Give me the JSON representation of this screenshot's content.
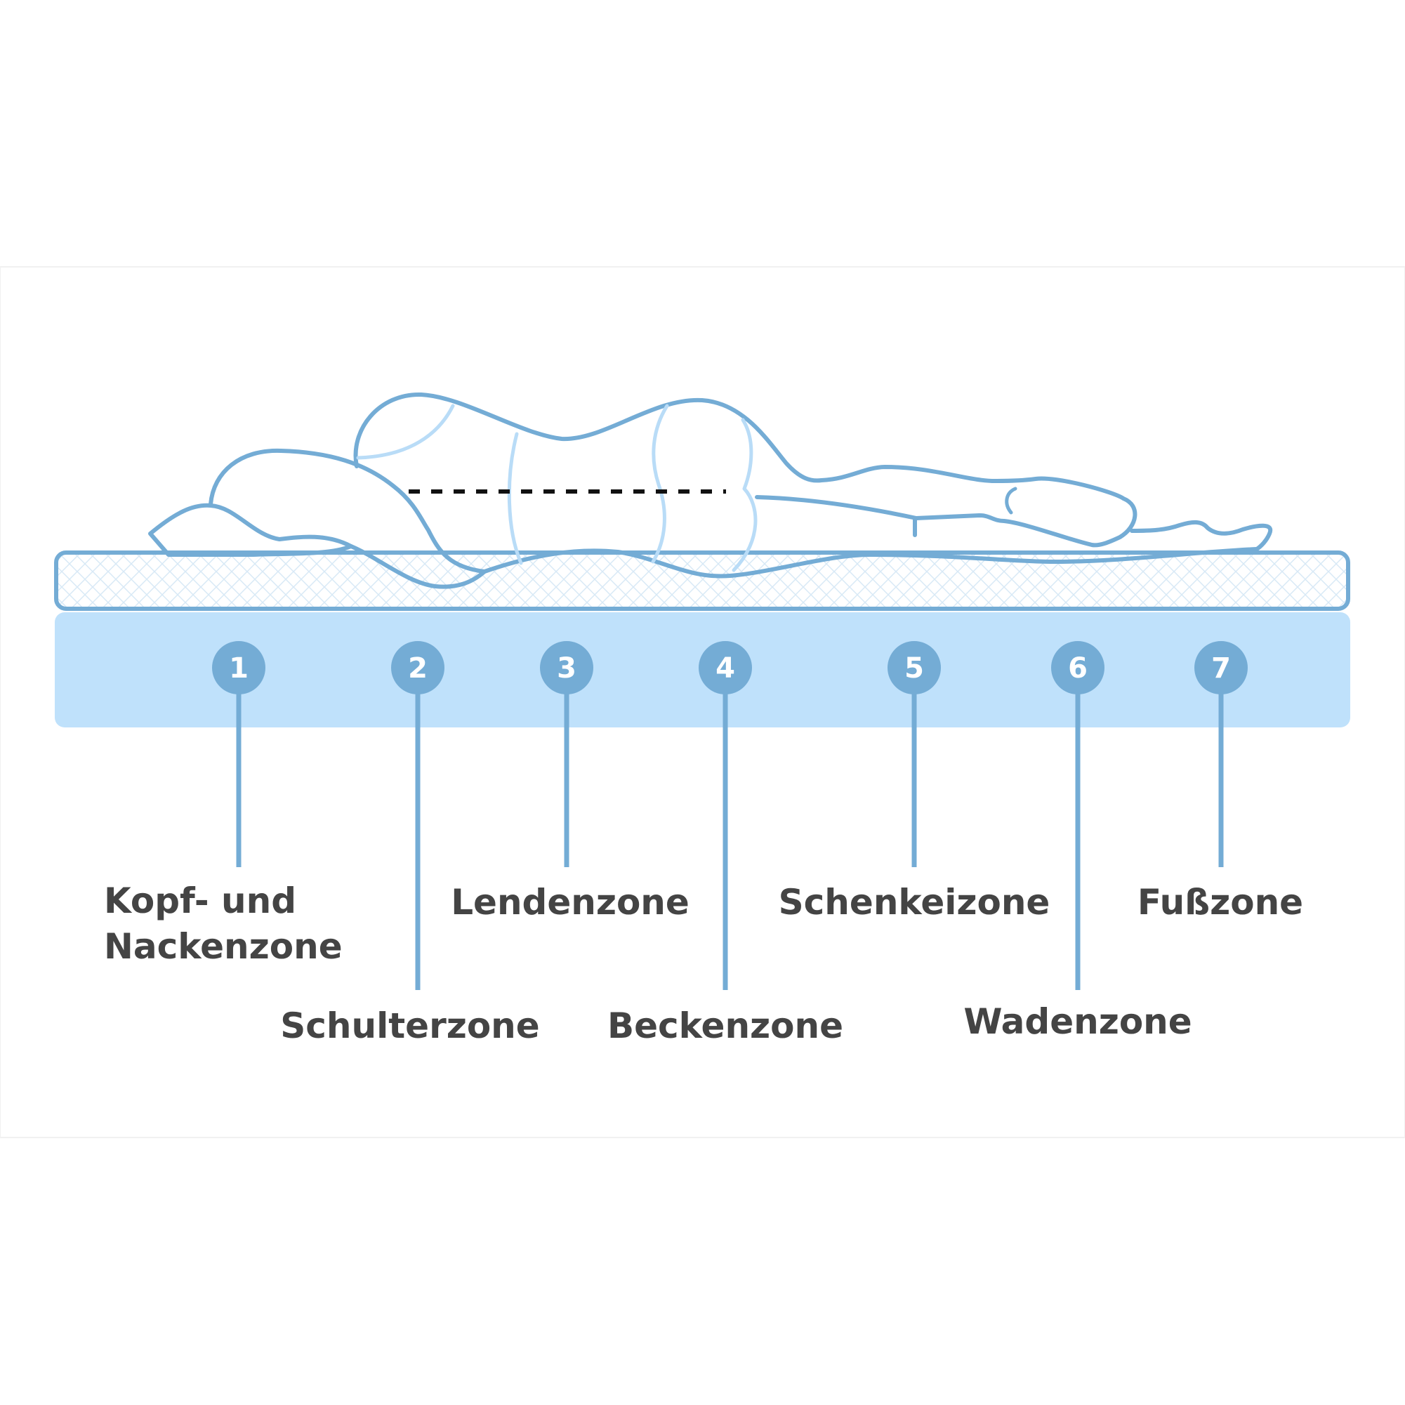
{
  "colors": {
    "outline": "#74acd5",
    "outline_light": "#b9dcf7",
    "base": "#bfe1fb",
    "badge": "#74acd5",
    "label": "#444444",
    "spine_dashes": "#111111",
    "band_border": "#f1f1f1"
  },
  "zones": [
    {
      "number": "1",
      "label_lines": [
        "Kopf- und",
        "Nackenzone"
      ]
    },
    {
      "number": "2",
      "label_lines": [
        "Schulterzone"
      ]
    },
    {
      "number": "3",
      "label_lines": [
        "Lendenzone"
      ]
    },
    {
      "number": "4",
      "label_lines": [
        "Beckenzone"
      ]
    },
    {
      "number": "5",
      "label_lines": [
        "Schenkeizone"
      ]
    },
    {
      "number": "6",
      "label_lines": [
        "Wadenzone"
      ]
    },
    {
      "number": "7",
      "label_lines": [
        "Fußzone"
      ]
    }
  ]
}
